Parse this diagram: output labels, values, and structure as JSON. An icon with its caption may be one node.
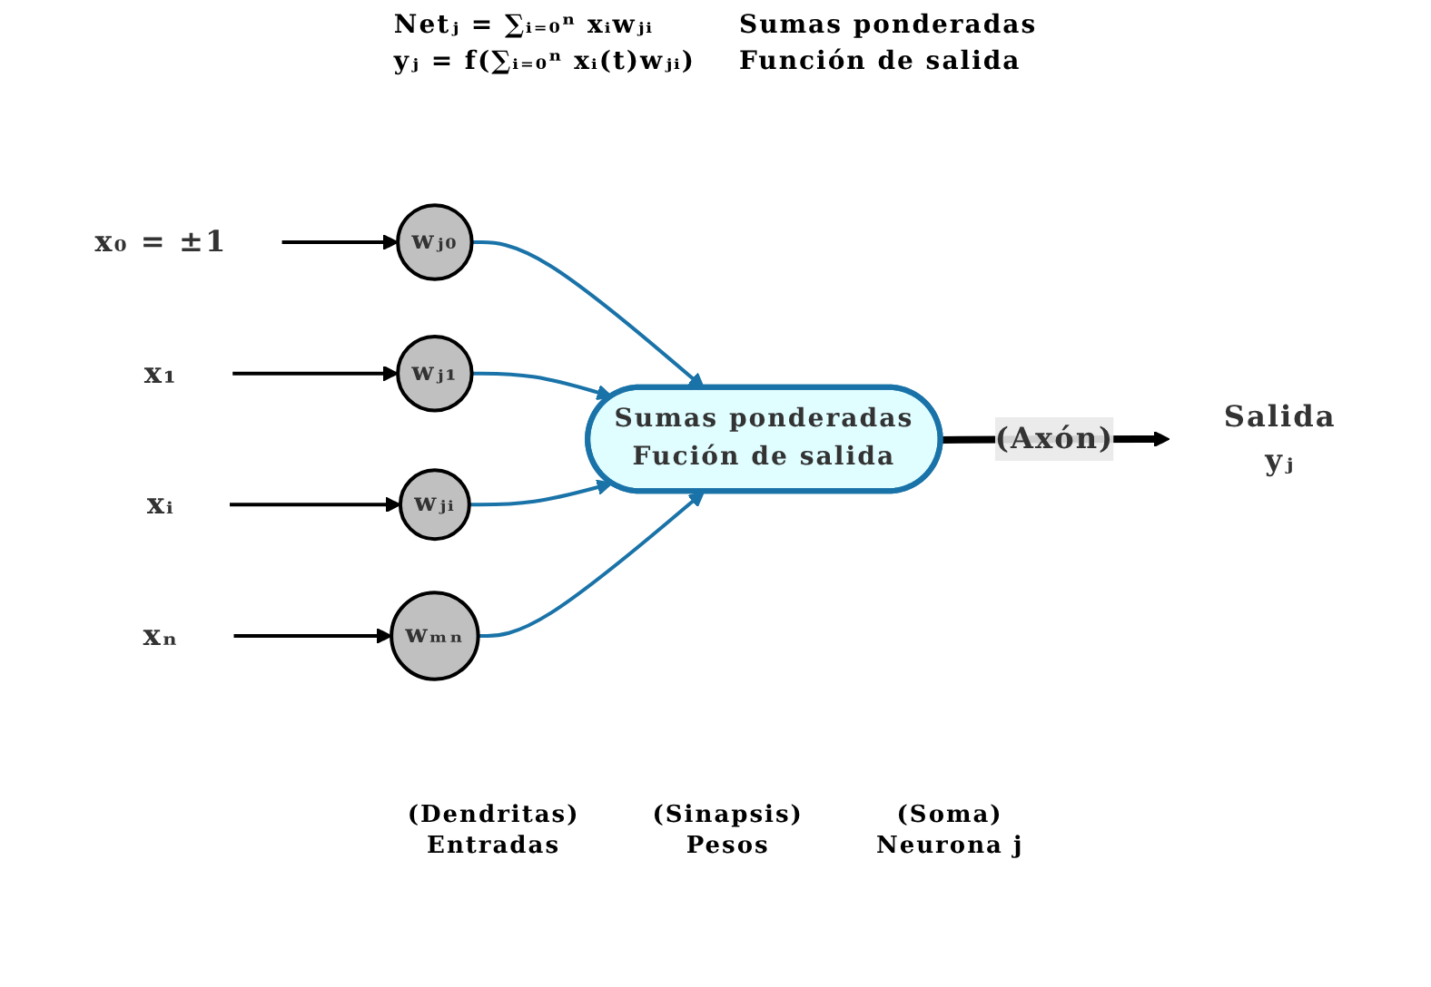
{
  "diagram": {
    "nodes": [
      {
        "text": [
          "x₀ = ±1"
        ]
      },
      {
        "text": [
          "wⱼ₀"
        ]
      },
      {
        "text": [
          "x₁"
        ]
      },
      {
        "text": [
          "wⱼ₁"
        ]
      },
      {
        "text": [
          "xᵢ"
        ]
      },
      {
        "text": [
          "wⱼᵢ"
        ]
      },
      {
        "text": [
          "xₙ"
        ]
      },
      {
        "text": [
          "wₘₙ"
        ]
      },
      {
        "text": [
          "Sumas ponderadas",
          "Fución de salida"
        ],
        "beside": [
          "(Soma)",
          "Neurona j"
        ]
      },
      {
        "text": [
          "Salida",
          "yⱼ"
        ]
      }
    ],
    "edges": [
      {
        "from": 0,
        "to": 1,
        "arrow": "to"
      },
      {
        "from": 1,
        "to": 8,
        "arrow": "to",
        "color": "#1a73a8"
      },
      {
        "from": 2,
        "to": 3,
        "arrow": "to"
      },
      {
        "from": 3,
        "to": 8,
        "arrow": "to",
        "color": "#1a73a8"
      },
      {
        "from": 4,
        "to": 5,
        "arrow": "to"
      },
      {
        "from": 5,
        "to": 8,
        "arrow": "to",
        "color": "#1a73a8"
      },
      {
        "from": 6,
        "to": 7,
        "arrow": "to"
      },
      {
        "from": 7,
        "to": 8,
        "arrow": "to",
        "color": "#1a73a8"
      },
      {
        "from": 8,
        "to": 9,
        "arrow": "to",
        "style": "thick",
        "label": "(Axón)"
      }
    ],
    "labels": [
      "Netⱼ = ∑ᵢ₌₀ⁿ xᵢwⱼᵢ",
      "Sumas ponderadas",
      "yⱼ = f(∑ᵢ₌₀ⁿ xᵢ(t)wⱼᵢ)",
      "Función de salida",
      "(Dendritas)",
      "Entradas",
      "(Sinapsis)",
      "Pesos"
    ]
  }
}
